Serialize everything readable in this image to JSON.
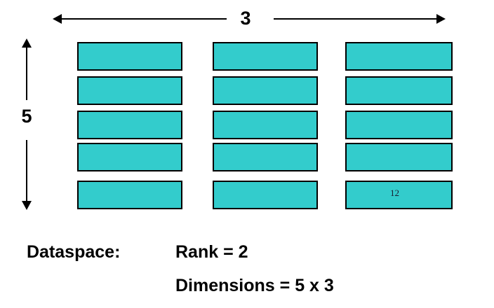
{
  "figure": {
    "title_text": "",
    "fill_color": "#33CCCC",
    "stroke_color": "#000000",
    "background_color": "#FFFFFF"
  },
  "axes": {
    "horizontal": {
      "label": "3",
      "icon_left": "arrow-left-head",
      "icon_right": "arrow-right-head"
    },
    "vertical": {
      "label": "5",
      "icon_top": "arrow-up-head",
      "icon_bottom": "arrow-down-head"
    }
  },
  "chart_data": {
    "type": "heatmap",
    "title": "Dataspace 5 x 3 grid",
    "rows": 5,
    "columns": 3,
    "xlabel": "3",
    "ylabel": "5",
    "grid": true,
    "legend": "none",
    "cell_labels": [
      [
        "",
        "",
        ""
      ],
      [
        "",
        "",
        ""
      ],
      [
        "",
        "",
        ""
      ],
      [
        "",
        "",
        ""
      ],
      [
        "",
        "",
        "12"
      ]
    ],
    "annotations": [
      {
        "text": "12",
        "row": 5,
        "column": 3
      }
    ]
  },
  "cells": [
    {
      "row": 1,
      "column": 1,
      "label": ""
    },
    {
      "row": 1,
      "column": 2,
      "label": ""
    },
    {
      "row": 1,
      "column": 3,
      "label": ""
    },
    {
      "row": 2,
      "column": 1,
      "label": ""
    },
    {
      "row": 2,
      "column": 2,
      "label": ""
    },
    {
      "row": 2,
      "column": 3,
      "label": ""
    },
    {
      "row": 3,
      "column": 1,
      "label": ""
    },
    {
      "row": 3,
      "column": 2,
      "label": ""
    },
    {
      "row": 3,
      "column": 3,
      "label": ""
    },
    {
      "row": 4,
      "column": 1,
      "label": ""
    },
    {
      "row": 4,
      "column": 2,
      "label": ""
    },
    {
      "row": 4,
      "column": 3,
      "label": ""
    },
    {
      "row": 5,
      "column": 1,
      "label": ""
    },
    {
      "row": 5,
      "column": 2,
      "label": ""
    },
    {
      "row": 5,
      "column": 3,
      "label": "12"
    }
  ],
  "caption": {
    "term": "Dataspace:",
    "lines": [
      "Rank = 2",
      "Dimensions = 5 x 3"
    ]
  }
}
